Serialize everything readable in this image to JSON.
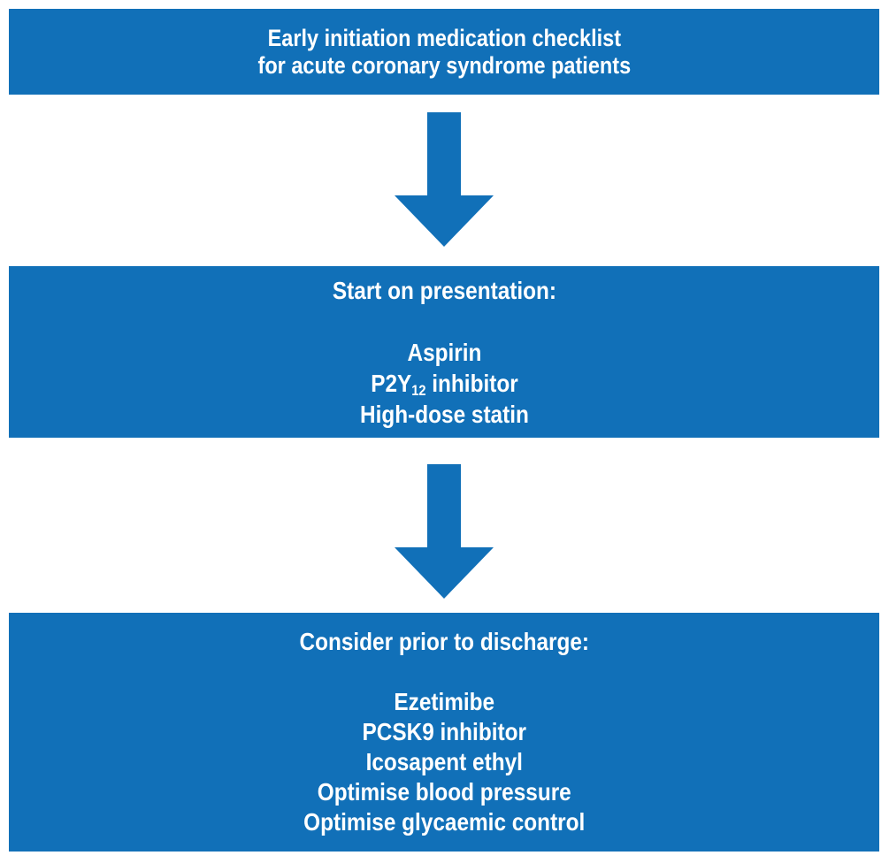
{
  "colors": {
    "background": "#FFFFFF",
    "box_fill": "#1170B8",
    "arrow_fill": "#1170B8",
    "text_color": "#FFFFFF"
  },
  "title_box": {
    "lines": [
      "Early initiation medication checklist",
      "for acute coronary syndrome patients"
    ]
  },
  "steps": [
    {
      "heading": "Start on presentation:",
      "items": [
        "Aspirin",
        "P2Y_{12} inhibitor",
        "High-dose statin"
      ]
    },
    {
      "heading": "Consider prior to discharge:",
      "items": [
        "Ezetimibe",
        "PCSK9 inhibitor",
        "Icosapent ethyl",
        "Optimise blood pressure",
        "Optimise glycaemic control"
      ]
    }
  ],
  "icons": {
    "arrow_1": "down-arrow",
    "arrow_2": "down-arrow"
  }
}
